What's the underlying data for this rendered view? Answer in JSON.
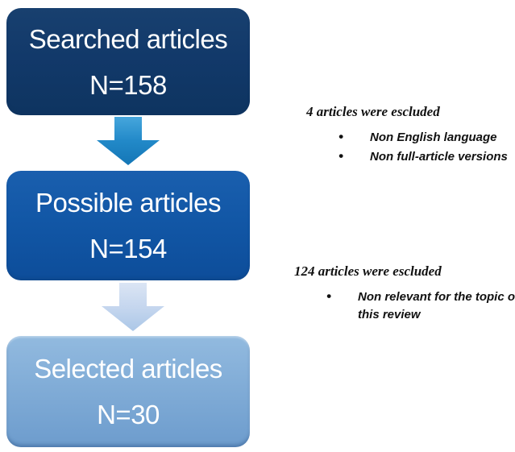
{
  "flow": {
    "boxes": [
      {
        "line1": "Searched articles",
        "line2": "N=158"
      },
      {
        "line1": "Possible articles",
        "line2": "N=154"
      },
      {
        "line1": "Selected articles",
        "line2": "N=30"
      }
    ],
    "notes": [
      {
        "heading": "4 articles were escluded",
        "bullets": [
          "Non English language",
          "Non full-article versions"
        ]
      },
      {
        "heading": "124 articles were escluded",
        "bullets": [
          "Non relevant for the topic of this review"
        ]
      }
    ]
  },
  "colors": {
    "box_searched_fill": "#12396a",
    "box_possible_fill": "#1257a6",
    "box_selected_fill_top": "#8fb7df",
    "box_selected_fill_bottom": "#6d9ccd",
    "arrow_top_fill_light": "#46a6dc",
    "arrow_top_fill_dark": "#1476b6",
    "arrow_bottom_fill_light": "#dbe5f4",
    "arrow_bottom_fill_dark": "#abc7e7",
    "box_text": "#ffffff",
    "note_text": "#111111",
    "background": "#ffffff"
  }
}
